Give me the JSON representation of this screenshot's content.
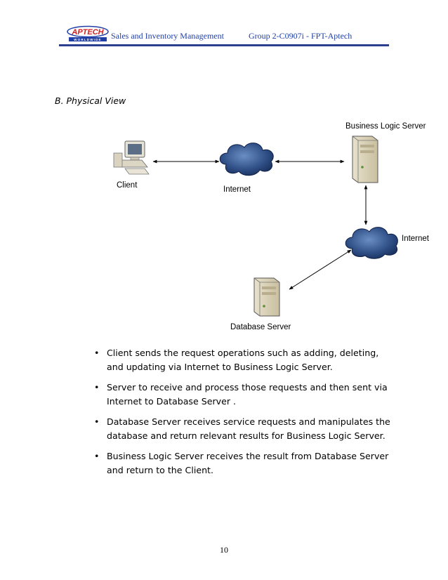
{
  "header": {
    "logo_text": "APTECH WORLDWIDE",
    "title": "Sales and Inventory Management",
    "group": "Group 2-C0907i  -  FPT-Aptech",
    "colors": {
      "text": "#1f3fa6",
      "rule": "#2b3f8f",
      "logo_red": "#d02020"
    }
  },
  "section_title": "B. Physical View",
  "diagram": {
    "labels": {
      "client": "Client",
      "internet_1": "Internet",
      "business_logic_server": "Business Logic Server",
      "internet_2": "Internet",
      "database_server": "Database Server"
    },
    "icons": [
      "client-computer-icon",
      "internet-cloud-icon",
      "server-icon",
      "internet-cloud-icon",
      "server-icon"
    ]
  },
  "bullets": [
    "Client sends the request operations such as adding, deleting, and updating via Internet to Business Logic Server.",
    "Server to receive and process those requests and then sent via Internet to Database Server .",
    "Database Server receives service requests and manipulates the database and return relevant results for Business Logic Server.",
    "Business Logic Server receives the result from Database Server and return to the Client."
  ],
  "bullet_glyph": "•",
  "page_number": "10"
}
